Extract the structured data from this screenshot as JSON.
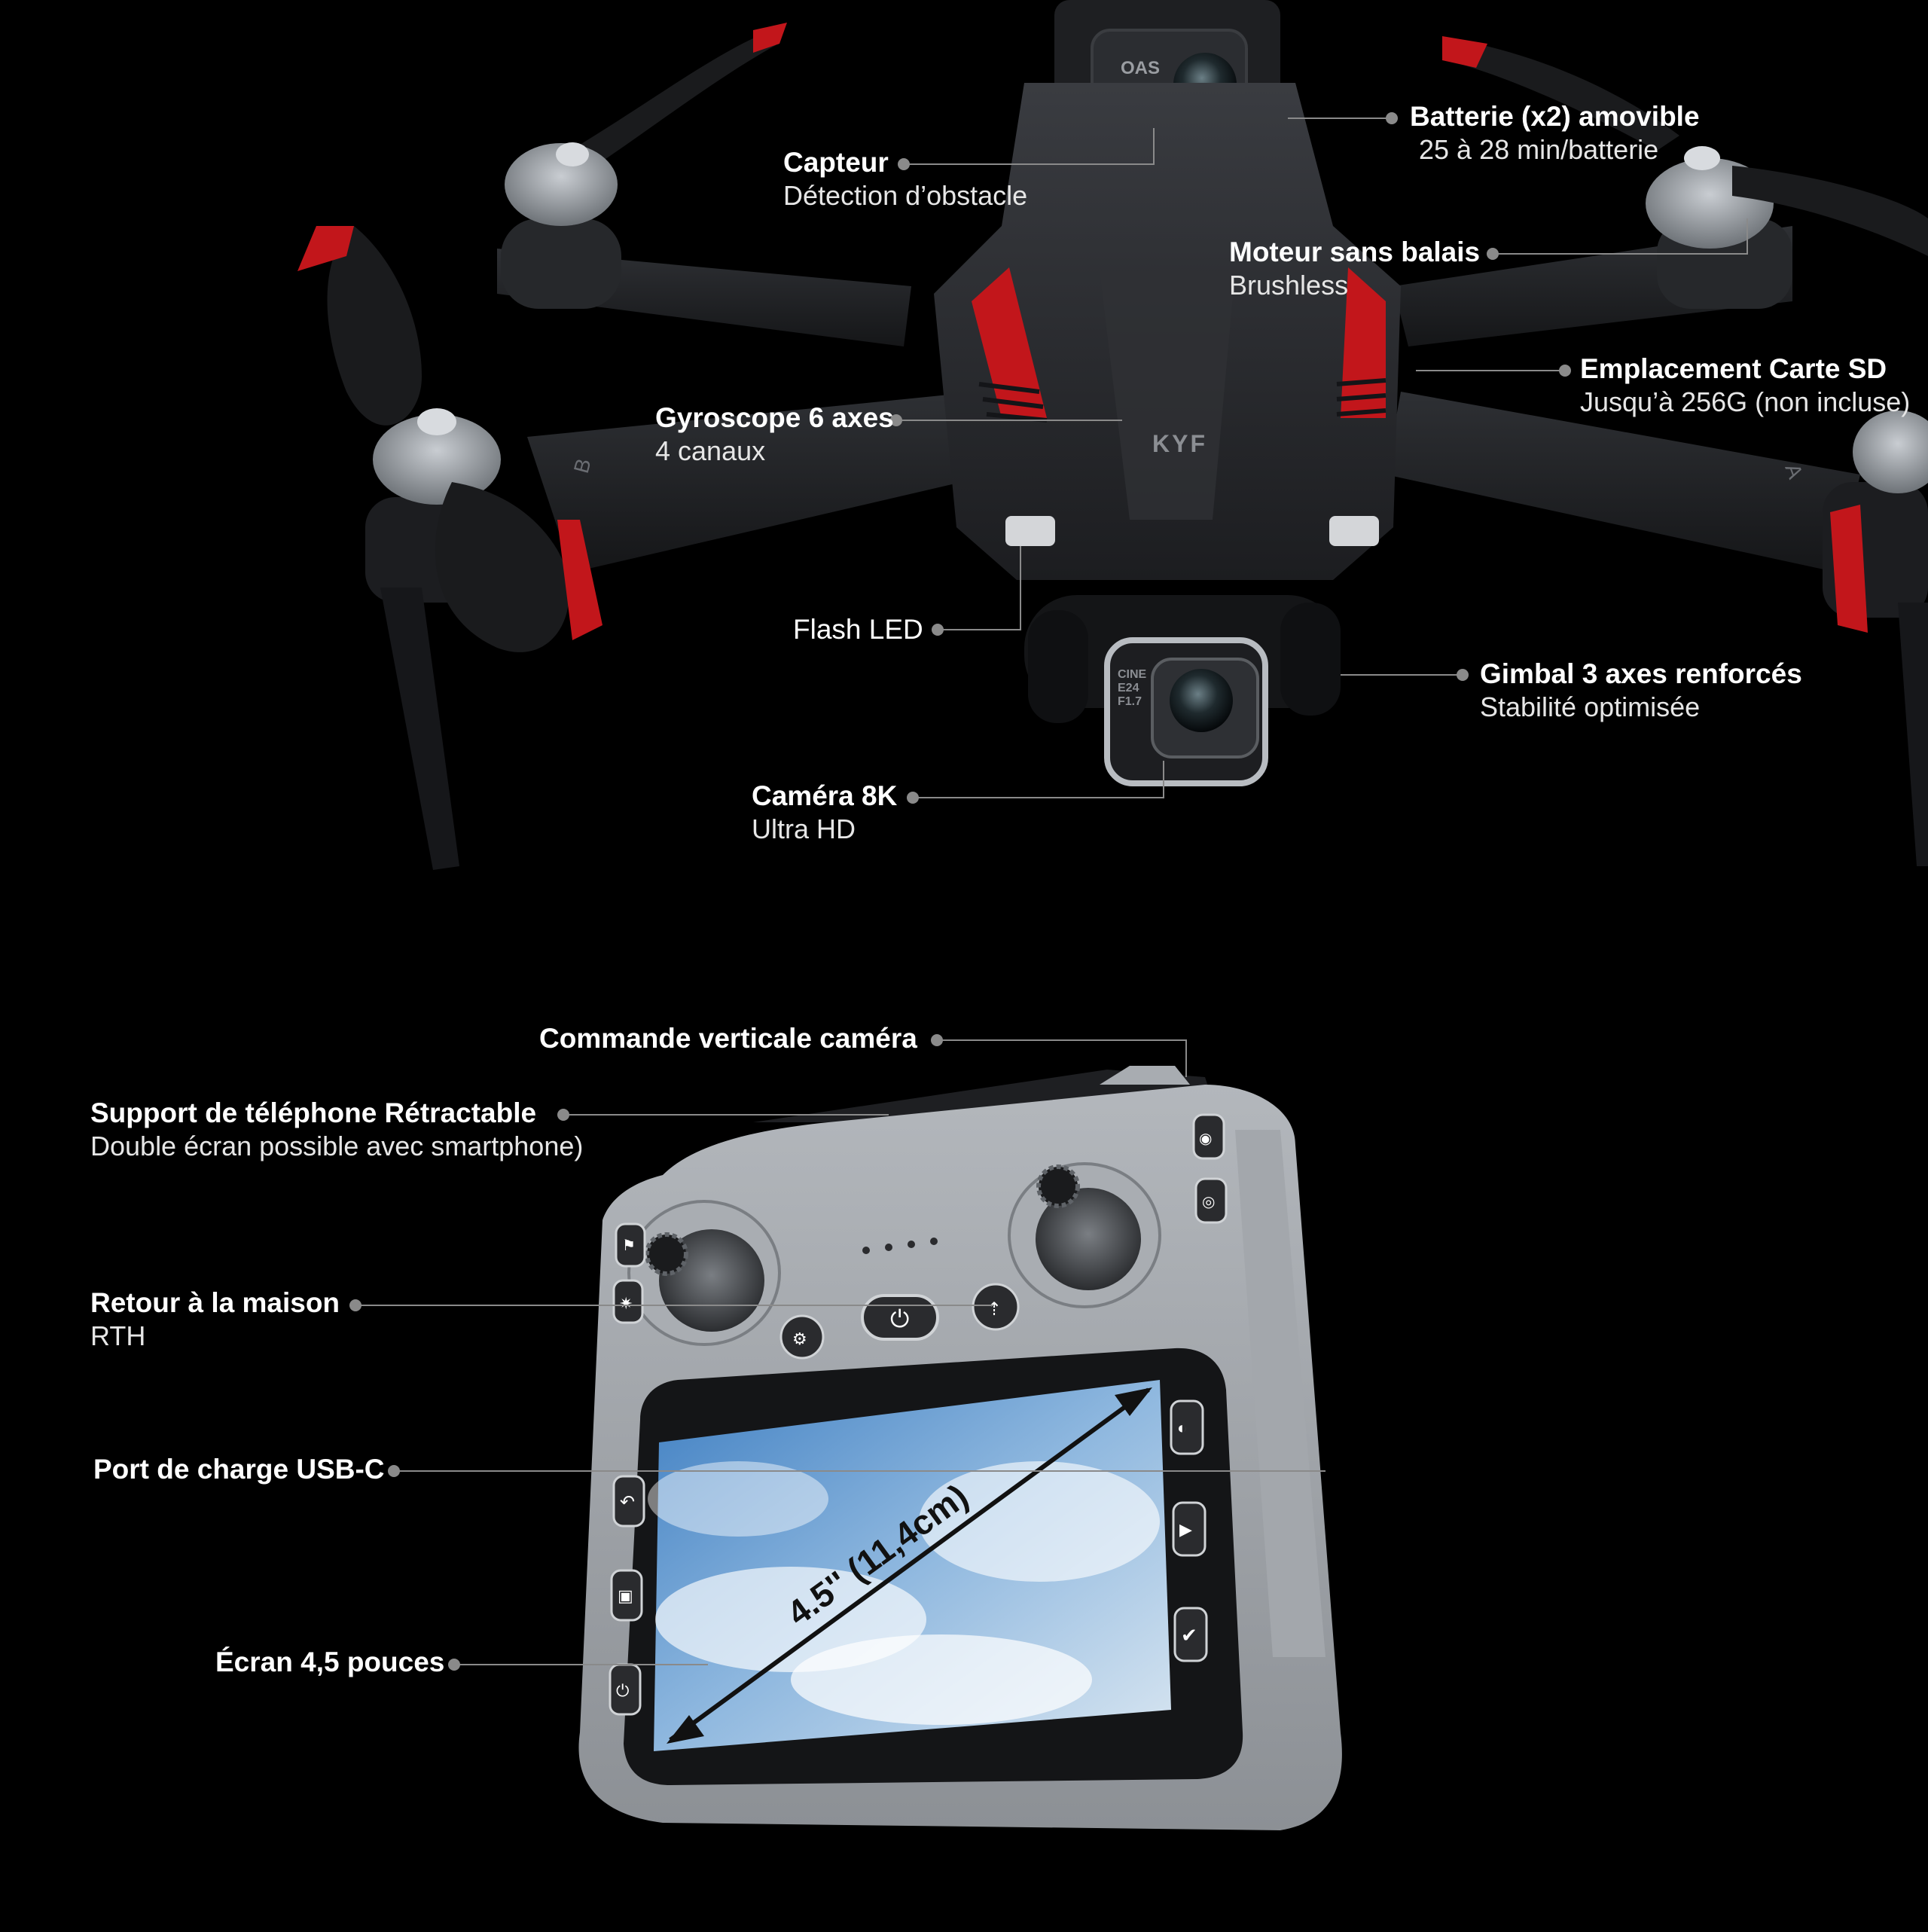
{
  "colors": {
    "background": "#000000",
    "leader_line": "#8a8a8a",
    "dot": "#8a8a8a",
    "drone_body": "#2a2c30",
    "drone_accent": "#c2161b",
    "controller_body": "#9a9ea3",
    "screen_sky": "#5c92c9"
  },
  "drone": {
    "callouts": {
      "capteur": {
        "title": "Capteur",
        "subtitle": "Détection d’obstacle"
      },
      "batterie": {
        "title": "Batterie (x2) amovible",
        "subtitle": "25 à 28 min/batterie"
      },
      "moteur": {
        "title": "Moteur sans balais",
        "subtitle": "Brushless"
      },
      "carte_sd": {
        "title": "Emplacement Carte SD",
        "subtitle": "Jusqu’à 256G (non incluse)"
      },
      "gyroscope": {
        "title": "Gyroscope 6 axes",
        "subtitle": "4 canaux"
      },
      "flash": {
        "title": "Flash LED"
      },
      "gimbal": {
        "title": "Gimbal 3 axes renforcés",
        "subtitle": "Stabilité optimisée"
      },
      "camera": {
        "title": "Caméra 8K",
        "subtitle": "Ultra HD"
      }
    },
    "markings": {
      "brand": "KYF",
      "sensor": "OAS",
      "lens_text": [
        "CINE",
        "E24",
        "F1.7"
      ],
      "arm_left": "B",
      "arm_right": "A"
    }
  },
  "controller": {
    "callouts": {
      "commande_camera": {
        "title": "Commande verticale caméra"
      },
      "support_telephone": {
        "title": "Support de téléphone Rétractable",
        "subtitle": "Double écran possible avec smartphone)"
      },
      "retour_maison": {
        "title": "Retour à la maison",
        "subtitle": "RTH"
      },
      "port_usb": {
        "title": "Port de charge USB-C"
      },
      "ecran": {
        "title": "Écran 4,5 pouces"
      }
    },
    "screen_measure": "4.5'' (11,4cm)"
  }
}
